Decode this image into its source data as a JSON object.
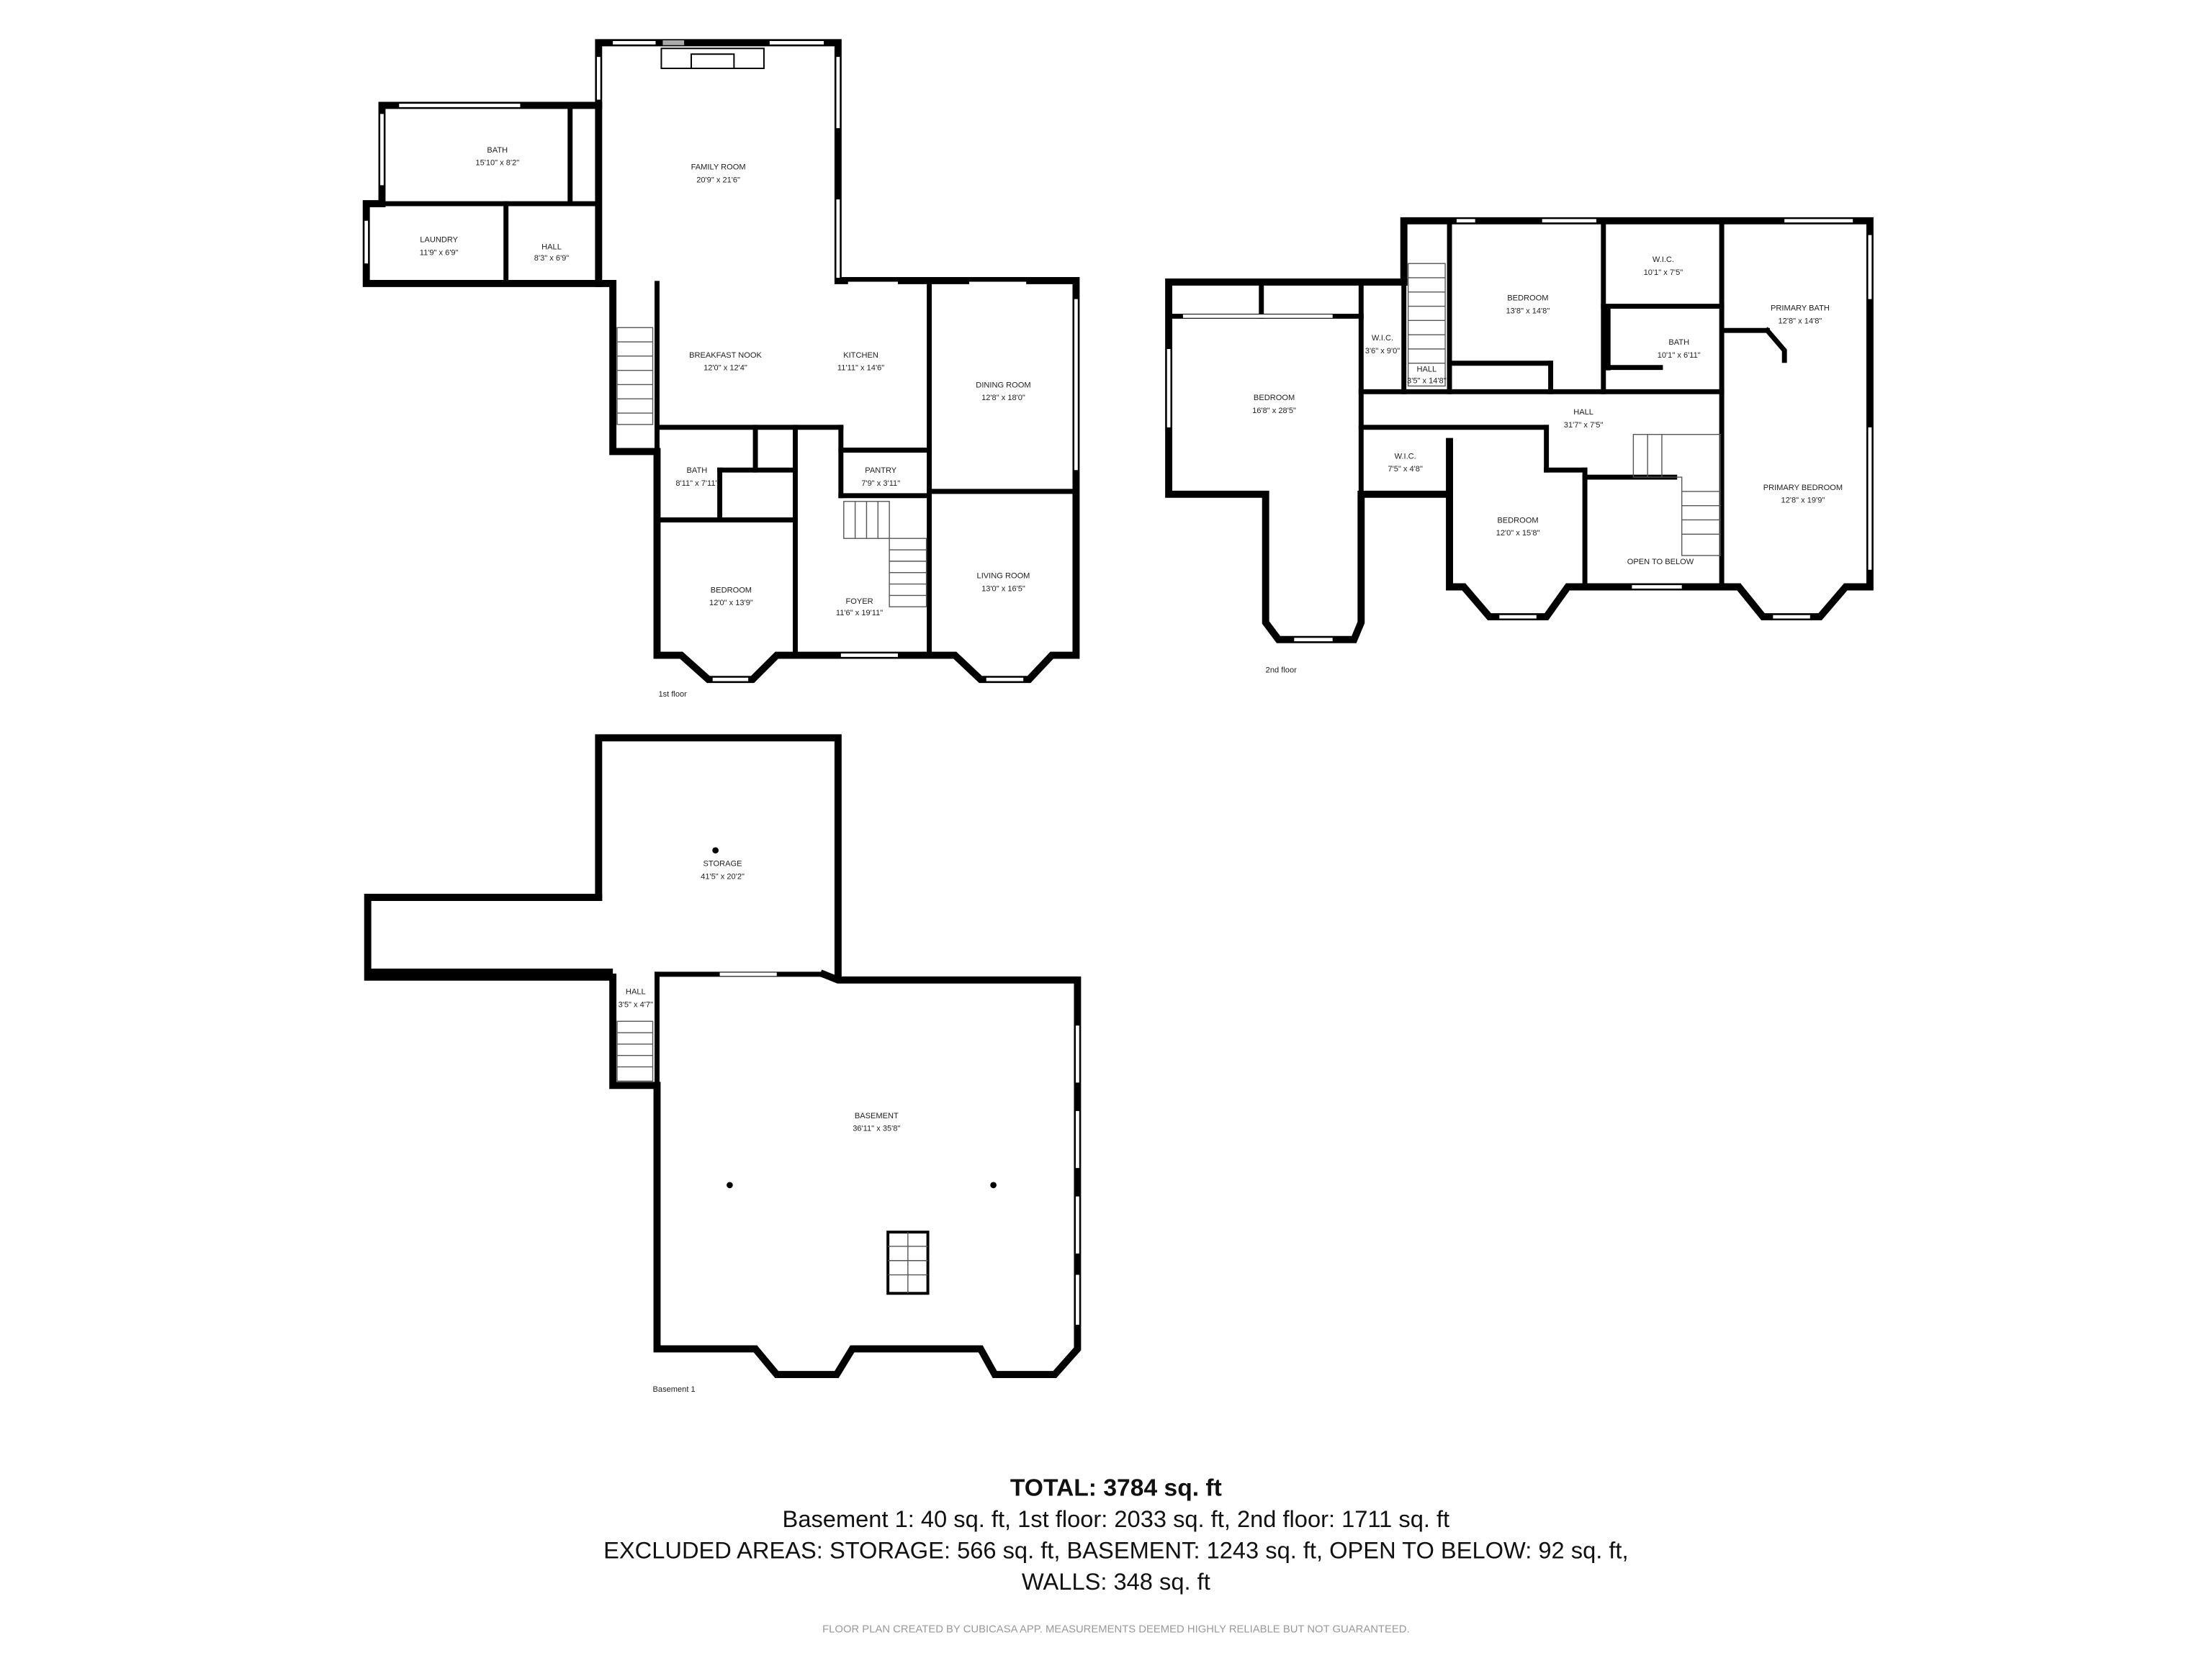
{
  "floors": {
    "first": {
      "label": "1st floor",
      "rooms": [
        {
          "name": "FAMILY ROOM",
          "size": "20'9\" x 21'6\""
        },
        {
          "name": "BATH",
          "size": "15'10\" x 8'2\""
        },
        {
          "name": "LAUNDRY",
          "size": "11'9\" x 6'9\""
        },
        {
          "name": "HALL",
          "size": "8'3\" x 6'9\""
        },
        {
          "name": "BREAKFAST NOOK",
          "size": "12'0\" x 12'4\""
        },
        {
          "name": "KITCHEN",
          "size": "11'11\" x 14'6\""
        },
        {
          "name": "DINING ROOM",
          "size": "12'8\" x 18'0\""
        },
        {
          "name": "BATH",
          "size": "8'11\" x 7'11\""
        },
        {
          "name": "PANTRY",
          "size": "7'9\" x 3'11\""
        },
        {
          "name": "BEDROOM",
          "size": "12'0\" x 13'9\""
        },
        {
          "name": "FOYER",
          "size": "11'6\" x 19'11\""
        },
        {
          "name": "LIVING ROOM",
          "size": "13'0\" x 16'5\""
        }
      ]
    },
    "second": {
      "label": "2nd floor",
      "rooms": [
        {
          "name": "BEDROOM",
          "size": "16'8\" x 28'5\""
        },
        {
          "name": "W.I.C.",
          "size": "3'6\" x 9'0\""
        },
        {
          "name": "HALL",
          "size": "3'5\" x 14'8\""
        },
        {
          "name": "BEDROOM",
          "size": "13'8\" x 14'8\""
        },
        {
          "name": "W.I.C.",
          "size": "10'1\" x 7'5\""
        },
        {
          "name": "BATH",
          "size": "10'1\" x 6'11\""
        },
        {
          "name": "PRIMARY BATH",
          "size": "12'8\" x 14'8\""
        },
        {
          "name": "HALL",
          "size": "31'7\" x 7'5\""
        },
        {
          "name": "W.I.C.",
          "size": "7'5\" x 4'8\""
        },
        {
          "name": "BEDROOM",
          "size": "12'0\" x 15'8\""
        },
        {
          "name": "OPEN TO BELOW",
          "size": ""
        },
        {
          "name": "PRIMARY BEDROOM",
          "size": "12'8\" x 19'9\""
        }
      ]
    },
    "basement": {
      "label": "Basement 1",
      "rooms": [
        {
          "name": "STORAGE",
          "size": "41'5\" x 20'2\""
        },
        {
          "name": "HALL",
          "size": "3'5\" x 4'7\""
        },
        {
          "name": "BASEMENT",
          "size": "36'11\" x 35'8\""
        }
      ]
    }
  },
  "summary": {
    "total": "TOTAL: 3784 sq. ft",
    "line1": "Basement 1: 40 sq. ft, 1st floor: 2033 sq. ft, 2nd floor: 1711 sq. ft",
    "line2": "EXCLUDED AREAS: STORAGE: 566 sq. ft, BASEMENT: 1243 sq. ft, OPEN TO BELOW: 92 sq. ft,",
    "line3": "WALLS: 348 sq. ft",
    "disclaimer": "FLOOR PLAN CREATED BY CUBICASA APP. MEASUREMENTS DEEMED HIGHLY RELIABLE BUT NOT GUARANTEED."
  },
  "colors": {
    "wall": "#000000",
    "background": "#ffffff",
    "disclaimer": "#999999"
  }
}
